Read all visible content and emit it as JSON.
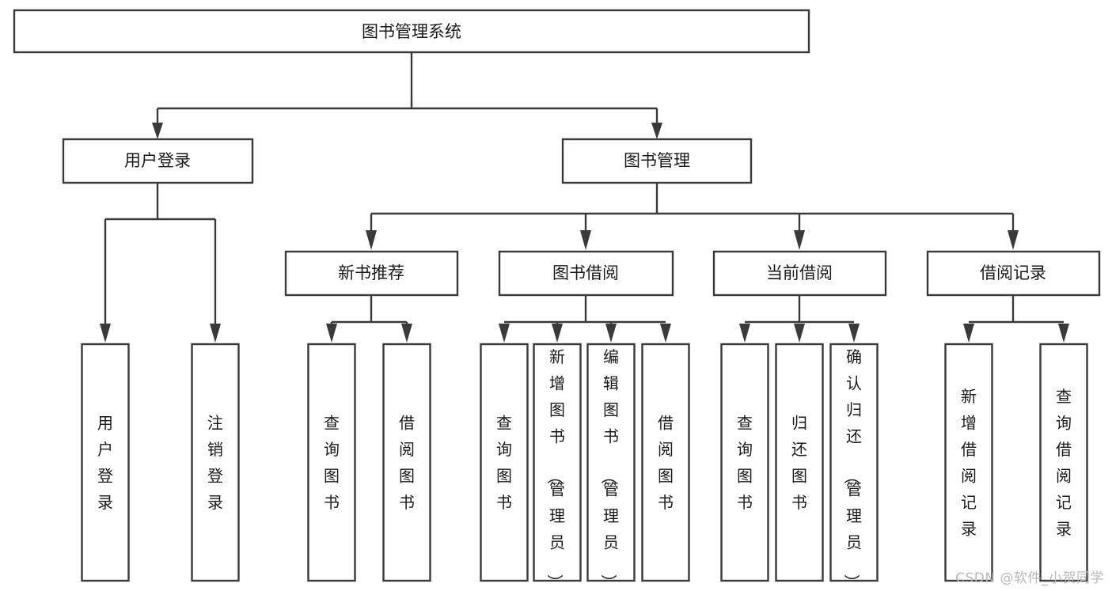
{
  "diagram": {
    "title": "图书管理系统",
    "type": "tree",
    "watermark": "CSDN @软件_小贺同学",
    "colors": {
      "box_stroke": "#3a3a3a",
      "box_fill": "#ffffff",
      "text": "#1a1a1a",
      "connector": "#3a3a3a",
      "watermark": "#b9b9b9",
      "background": "#ffffff"
    },
    "nodes": {
      "root": {
        "label": "图书管理系统",
        "orientation": "horizontal"
      },
      "level1": [
        {
          "id": "user-login",
          "label": "用户登录",
          "orientation": "horizontal"
        },
        {
          "id": "book-manage",
          "label": "图书管理",
          "orientation": "horizontal"
        }
      ],
      "level2": [
        {
          "id": "new-book-recommend",
          "label": "新书推荐",
          "orientation": "horizontal"
        },
        {
          "id": "book-borrow",
          "label": "图书借阅",
          "orientation": "horizontal"
        },
        {
          "id": "current-borrow",
          "label": "当前借阅",
          "orientation": "horizontal"
        },
        {
          "id": "borrow-record",
          "label": "借阅记录",
          "orientation": "horizontal"
        }
      ],
      "leaves": [
        {
          "id": "leaf-user-login",
          "parent": "user-login",
          "label": "用户登录",
          "orientation": "vertical"
        },
        {
          "id": "leaf-user-logout",
          "parent": "user-login",
          "label": "注销登录",
          "orientation": "vertical"
        },
        {
          "id": "leaf-query-book-rec",
          "parent": "new-book-recommend",
          "label": "查询图书",
          "orientation": "vertical"
        },
        {
          "id": "leaf-borrow-book-rec",
          "parent": "new-book-recommend",
          "label": "借阅图书",
          "orientation": "vertical"
        },
        {
          "id": "leaf-query-book-borrow",
          "parent": "book-borrow",
          "label": "查询图书",
          "orientation": "vertical"
        },
        {
          "id": "leaf-add-book",
          "parent": "book-borrow",
          "label": "新增图书（管理员）",
          "orientation": "vertical"
        },
        {
          "id": "leaf-edit-book",
          "parent": "book-borrow",
          "label": "编辑图书（管理员）",
          "orientation": "vertical"
        },
        {
          "id": "leaf-borrow-book",
          "parent": "book-borrow",
          "label": "借阅图书",
          "orientation": "vertical"
        },
        {
          "id": "leaf-query-book-cur",
          "parent": "current-borrow",
          "label": "查询图书",
          "orientation": "vertical"
        },
        {
          "id": "leaf-return-book",
          "parent": "current-borrow",
          "label": "归还图书",
          "orientation": "vertical"
        },
        {
          "id": "leaf-confirm-return",
          "parent": "current-borrow",
          "label": "确认归还（管理员）",
          "orientation": "vertical"
        },
        {
          "id": "leaf-add-record",
          "parent": "borrow-record",
          "label": "新增借阅记录",
          "orientation": "vertical"
        },
        {
          "id": "leaf-query-record",
          "parent": "borrow-record",
          "label": "查询借阅记录",
          "orientation": "vertical"
        }
      ]
    }
  }
}
